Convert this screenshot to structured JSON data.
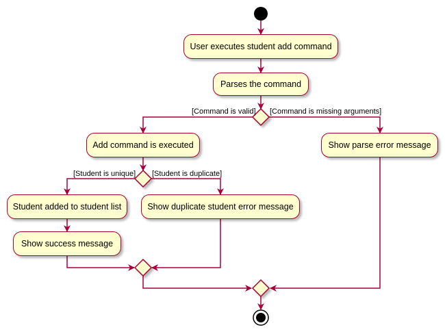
{
  "actions": {
    "user_executes": "User executes student add command",
    "parses": "Parses the command",
    "add_executed": "Add command is executed",
    "parse_error": "Show parse error message",
    "student_added": "Student added to student list",
    "duplicate_error": "Show duplicate student error message",
    "success": "Show success message"
  },
  "guards": {
    "command_valid": "[Command is valid]",
    "missing_args": "[Command is missing arguments]",
    "student_unique": "[Student is unique]",
    "student_duplicate": "[Student is duplicate]"
  },
  "colors": {
    "stroke": "#A80036",
    "fill": "#FEFECE",
    "node": "#000000"
  }
}
